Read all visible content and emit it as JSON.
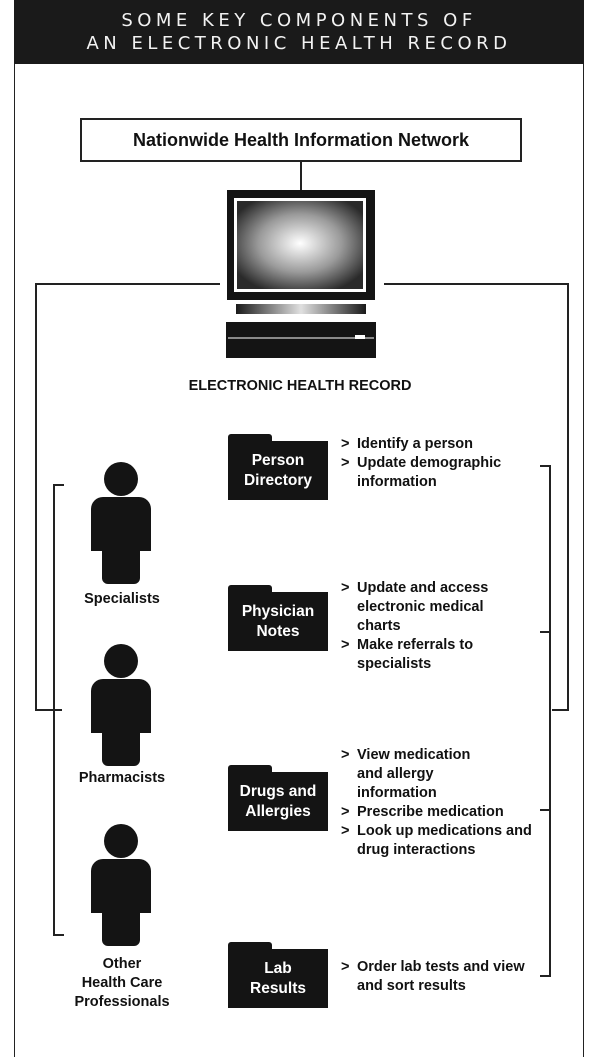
{
  "title": {
    "line1": "SOME KEY COMPONENTS OF",
    "line2": "AN ELECTRONIC HEALTH RECORD"
  },
  "network_label": "Nationwide Health Information Network",
  "ehr_label": "ELECTRONIC HEALTH RECORD",
  "roles": [
    {
      "label": "Specialists"
    },
    {
      "label": "Pharmacists"
    },
    {
      "label_lines": [
        "Other",
        "Health Care",
        "Professionals"
      ]
    }
  ],
  "components": [
    {
      "name_lines": [
        "Person",
        "Directory"
      ],
      "functions": [
        "Identify a person",
        "Update demographic information"
      ]
    },
    {
      "name_lines": [
        "Physician",
        "Notes"
      ],
      "functions": [
        "Update and access electronic medical charts",
        "Make referrals to specialists"
      ]
    },
    {
      "name_lines": [
        "Drugs and",
        "Allergies"
      ],
      "functions": [
        "View medication and allergy information",
        "Prescribe medication",
        "Look up medications and drug interactions"
      ]
    },
    {
      "name_lines": [
        "Lab",
        "Results"
      ],
      "functions": [
        "Order lab tests and view and sort results"
      ]
    }
  ],
  "colors": {
    "ink": "#141414",
    "background": "#ffffff"
  }
}
